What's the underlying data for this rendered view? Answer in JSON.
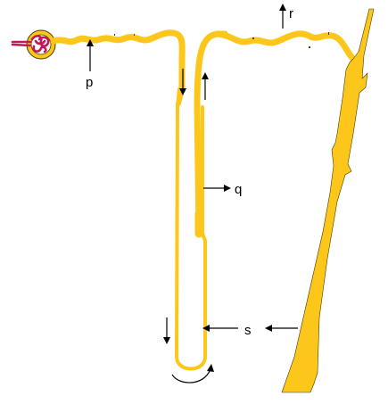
{
  "labels": {
    "p": "p",
    "q": "q",
    "r": "r",
    "s": "s"
  },
  "colors": {
    "tubule": "#FCC71A",
    "outline": "#4a3a00",
    "glomerulus": "#C2185B",
    "arrow": "#000000"
  }
}
